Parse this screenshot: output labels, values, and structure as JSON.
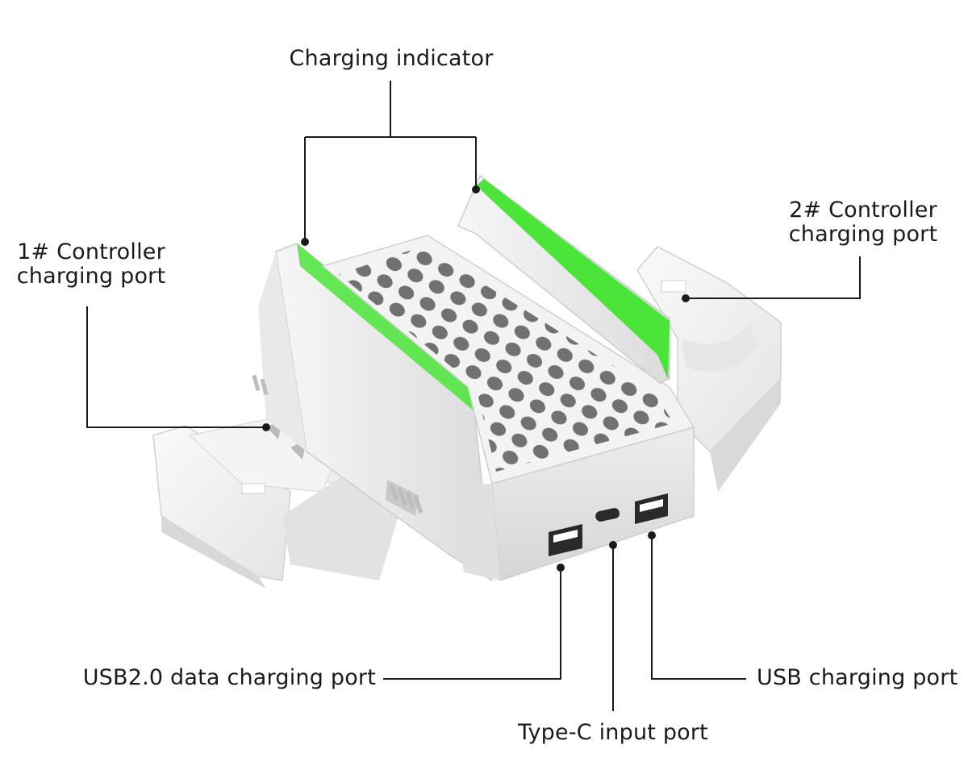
{
  "callouts": {
    "charging_indicator": "Charging indicator",
    "controller_1_line1": "1# Controller",
    "controller_1_line2": "charging port",
    "controller_2_line1": "2# Controller",
    "controller_2_line2": "charging port",
    "usb2_data_port": "USB2.0 data charging port",
    "type_c_port": "Type-C input port",
    "usb_charging_port": "USB charging port"
  },
  "colors": {
    "indicator_green": "#4be53a",
    "body_white": "#f2f2f2",
    "line": "#1a1a1a"
  }
}
